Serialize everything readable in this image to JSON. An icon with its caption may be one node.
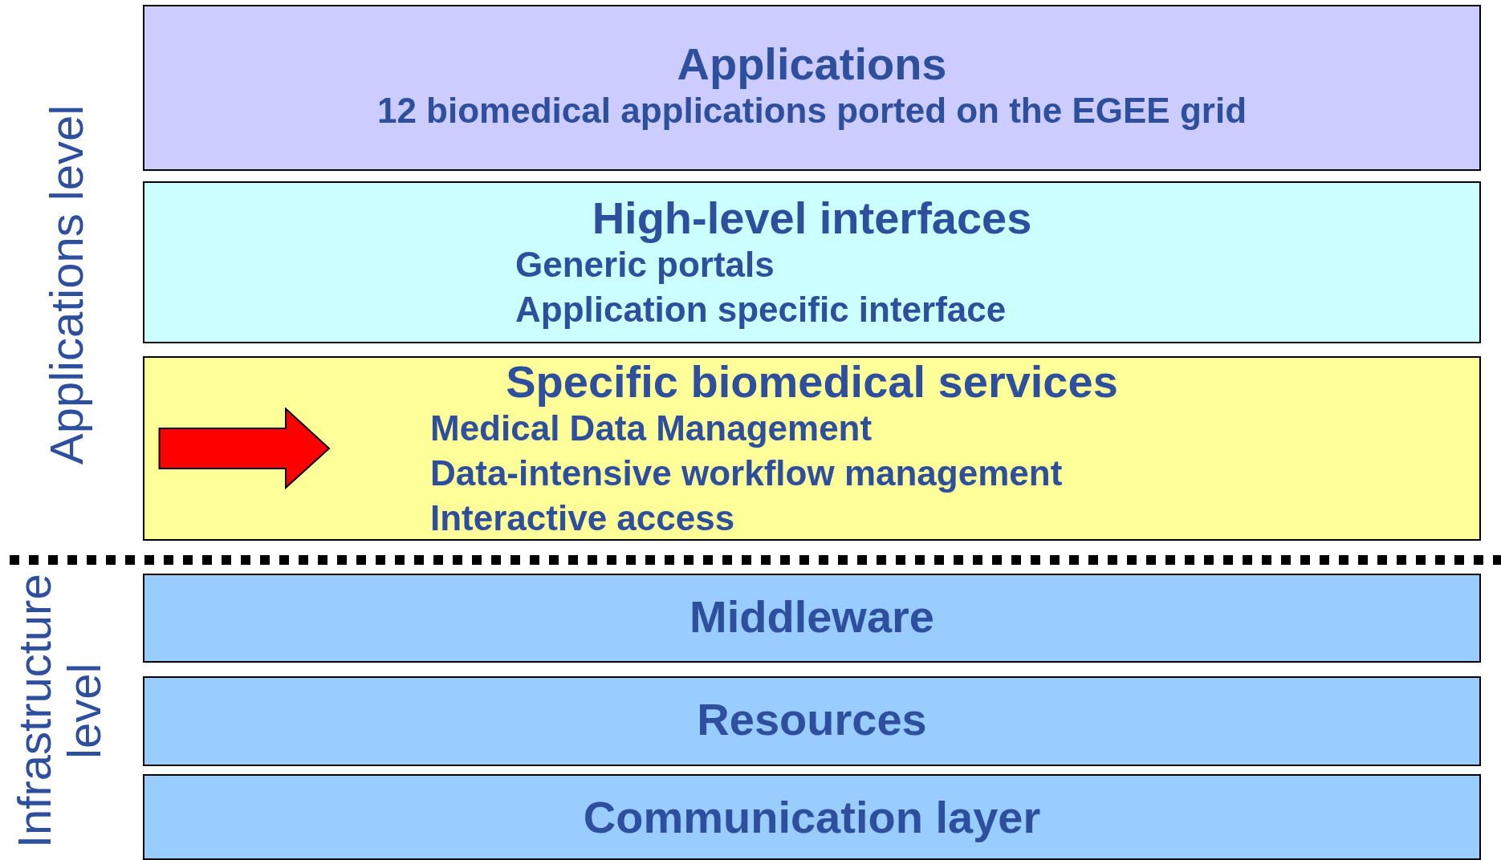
{
  "diagram": {
    "nodes": [
      {
        "text": [
          "Applications",
          "12 biomedical applications ported on the EGEE grid"
        ]
      },
      {
        "text": [
          "High-level interfaces",
          "Generic portals",
          "Application specific interface"
        ]
      },
      {
        "text": [
          "Specific biomedical services",
          "Medical Data Management",
          "Data-intensive workflow management",
          "Interactive access"
        ]
      },
      {
        "text": [
          "Middleware"
        ]
      },
      {
        "text": [
          "Resources"
        ]
      },
      {
        "text": [
          "Communication layer"
        ]
      }
    ],
    "edges": [],
    "labels": [
      "Applications level",
      "Infrastructure level"
    ]
  }
}
